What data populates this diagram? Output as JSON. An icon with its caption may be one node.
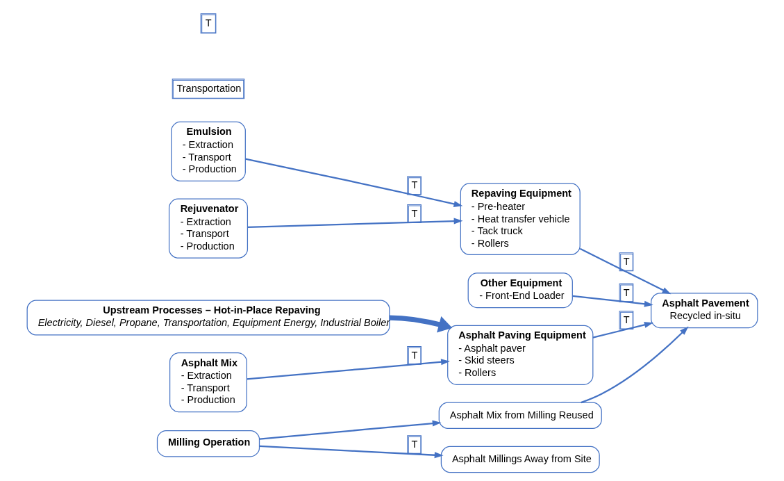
{
  "diagram": {
    "nodes": [
      {
        "text": [
          "Upstream Processes – Hot-in-Place Repaving",
          "Electricity, Diesel, Propane, Transportation, Equipment Energy, Industrial Boiler"
        ]
      },
      {
        "text": [
          "Asphalt Mix",
          "- Extraction",
          "- Transport",
          "- Production"
        ]
      },
      {
        "text": [
          "Asphalt Paving Equipment",
          "- Asphalt paver",
          "- Skid steers",
          "- Rollers"
        ]
      },
      {
        "text": [
          "Asphalt Pavement",
          "Recycled in-situ"
        ]
      },
      {
        "text": [
          "Other Equipment",
          "- Front-End Loader"
        ]
      },
      {
        "text": [
          "Emulsion",
          "- Extraction",
          "- Transport",
          "- Production"
        ]
      },
      {
        "text": [
          "Rejuvenator",
          "- Extraction",
          "- Transport",
          "- Production"
        ]
      },
      {
        "text": [
          "Repaving Equipment",
          "- Pre-heater",
          "- Heat transfer vehicle",
          "- Tack truck",
          "- Rollers"
        ]
      },
      {
        "text": [
          "Asphalt Mix from Milling Reused"
        ]
      },
      {
        "text": [
          "Milling Operation"
        ]
      },
      {
        "text": [
          "Asphalt Millings Away from Site"
        ]
      }
    ],
    "edges": [
      {
        "from": 0,
        "to": 2,
        "arrow": "to",
        "style": "thick"
      },
      {
        "from": 1,
        "to": 2,
        "arrow": "to",
        "label": "T"
      },
      {
        "from": 2,
        "to": 3,
        "arrow": "to",
        "label": "T"
      },
      {
        "from": 4,
        "to": 3,
        "arrow": "to",
        "label": "T"
      },
      {
        "from": 5,
        "to": 7,
        "arrow": "to",
        "label": "T"
      },
      {
        "from": 6,
        "to": 7,
        "arrow": "to",
        "label": "T"
      },
      {
        "from": 7,
        "to": 3,
        "arrow": "to",
        "label": "T"
      },
      {
        "from": 9,
        "to": 8,
        "arrow": "to"
      },
      {
        "from": 8,
        "to": 3,
        "arrow": "to"
      },
      {
        "from": 9,
        "to": 10,
        "arrow": "to",
        "label": "T"
      }
    ],
    "labels": [
      "T",
      "Transportation"
    ]
  }
}
